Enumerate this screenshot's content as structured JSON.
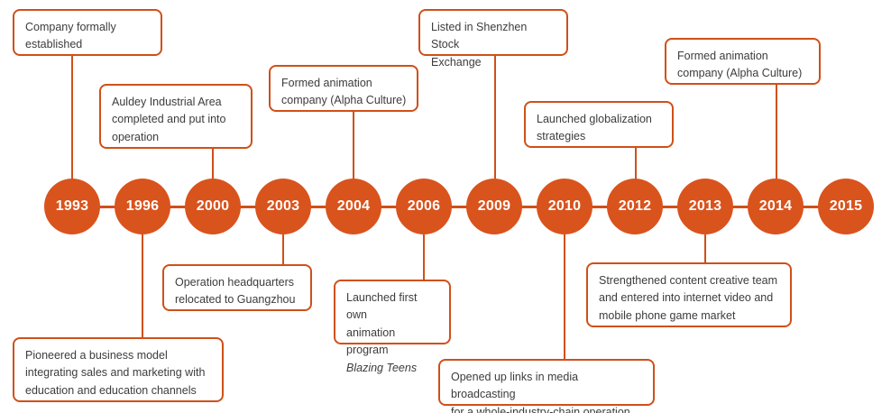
{
  "theme": {
    "accent": "#d9531d",
    "border": "#cf5018",
    "text": "#3c3c3c",
    "circle_text": "#ffffff",
    "background": "#ffffff"
  },
  "chart_data": {
    "type": "timeline",
    "title": "",
    "orientation": "horizontal",
    "categories": [
      "1993",
      "1996",
      "2000",
      "2003",
      "2004",
      "2006",
      "2009",
      "2010",
      "2012",
      "2013",
      "2014",
      "2015"
    ],
    "events": [
      {
        "year": "1993",
        "side": "above",
        "text": "Company formally established"
      },
      {
        "year": "1996",
        "side": "below",
        "text": "Pioneered a business model integrating sales and marketing with education and education channels"
      },
      {
        "year": "2000",
        "side": "above",
        "text": "Auldey Industrial Area completed and put into operation"
      },
      {
        "year": "2003",
        "side": "below",
        "text": "Operation headquarters relocated to Guangzhou"
      },
      {
        "year": "2004",
        "side": "above",
        "text": "Formed animation company (Alpha Culture)"
      },
      {
        "year": "2006",
        "side": "below",
        "text": "Launched first own animation program Blazing Teens"
      },
      {
        "year": "2009",
        "side": "above",
        "text": "Listed in Shenzhen Stock Exchange"
      },
      {
        "year": "2010",
        "side": "below",
        "text": "Opened up links in media broadcasting for a whole-industry-chain operation"
      },
      {
        "year": "2012",
        "side": "above",
        "text": "Launched globalization strategies"
      },
      {
        "year": "2013",
        "side": "below",
        "text": "Strengthened content creative team and entered into internet video and mobile phone game market"
      },
      {
        "year": "2014",
        "side": "above",
        "text": "Formed animation company (Alpha Culture)"
      },
      {
        "year": "2015",
        "side": "none",
        "text": ""
      }
    ]
  },
  "years": {
    "y1993": "1993",
    "y1996": "1996",
    "y2000": "2000",
    "y2003": "2003",
    "y2004": "2004",
    "y2006": "2006",
    "y2009": "2009",
    "y2010": "2010",
    "y2012": "2012",
    "y2013": "2013",
    "y2014": "2014",
    "y2015": "2015"
  },
  "callouts": {
    "company_established": {
      "line1": "Company formally",
      "line2": "established"
    },
    "auldey_industrial": {
      "line1": "Auldey Industrial Area",
      "line2": "completed and put into",
      "line3": "operation"
    },
    "alpha_culture_2004": {
      "line1": "Formed animation",
      "line2": "company (Alpha Culture)"
    },
    "shenzhen_listing": {
      "line1": "Listed in Shenzhen Stock",
      "line2": "Exchange"
    },
    "globalization": {
      "line1": "Launched globalization",
      "line2": "strategies"
    },
    "alpha_culture_2014": {
      "line1": "Formed animation",
      "line2": "company (Alpha Culture)"
    },
    "pioneered_model": {
      "line1": "Pioneered a business model",
      "line2": "integrating sales and marketing with",
      "line3": "education and education channels"
    },
    "hq_relocated": {
      "line1": "Operation headquarters",
      "line2": "relocated to Guangzhou"
    },
    "blazing_teens": {
      "line1": "Launched first own",
      "line2": "animation program",
      "line3": "Blazing Teens"
    },
    "media_broadcasting": {
      "line1": "Opened up links in media broadcasting",
      "line2": "for a whole-industry-chain operation"
    },
    "content_creative": {
      "line1": "Strengthened content creative team",
      "line2": "and entered into internet video and",
      "line3": "mobile phone game market"
    }
  }
}
